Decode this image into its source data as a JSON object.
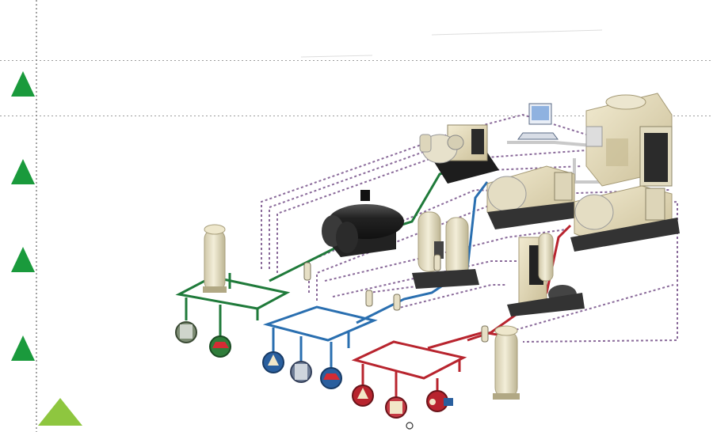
{
  "slide": {
    "bullets": [
      {
        "icon": "green-triangle-bullet-icon",
        "color": "#1a9a3c"
      },
      {
        "icon": "green-triangle-bullet-icon",
        "color": "#1a9a3c"
      },
      {
        "icon": "green-triangle-bullet-icon",
        "color": "#1a9a3c"
      },
      {
        "icon": "green-triangle-bullet-icon",
        "color": "#1a9a3c"
      }
    ],
    "next_icon": {
      "icon": "light-green-triangle-icon",
      "color": "#8ec63f"
    }
  },
  "diagram": {
    "loops": [
      {
        "name": "green-distribution-loop",
        "color": "#1f7a3a"
      },
      {
        "name": "blue-distribution-loop",
        "color": "#2a6fb0"
      },
      {
        "name": "red-distribution-loop",
        "color": "#b8242e"
      }
    ],
    "control_wiring_color": "#8a6a9a",
    "equipment": [
      "air-receiver-tank-left",
      "rotary-screw-compressor-top",
      "control-computer-monitor",
      "centrifugal-compressor-rooftop",
      "compressor-enclosure-cabinet",
      "black-receiver-dryer-unit",
      "twin-tower-desiccant-dryer",
      "centrifugal-compressor-middle",
      "centrifugal-compressor-right",
      "refrigerated-dryer-panel",
      "air-receiver-tank-right"
    ]
  }
}
